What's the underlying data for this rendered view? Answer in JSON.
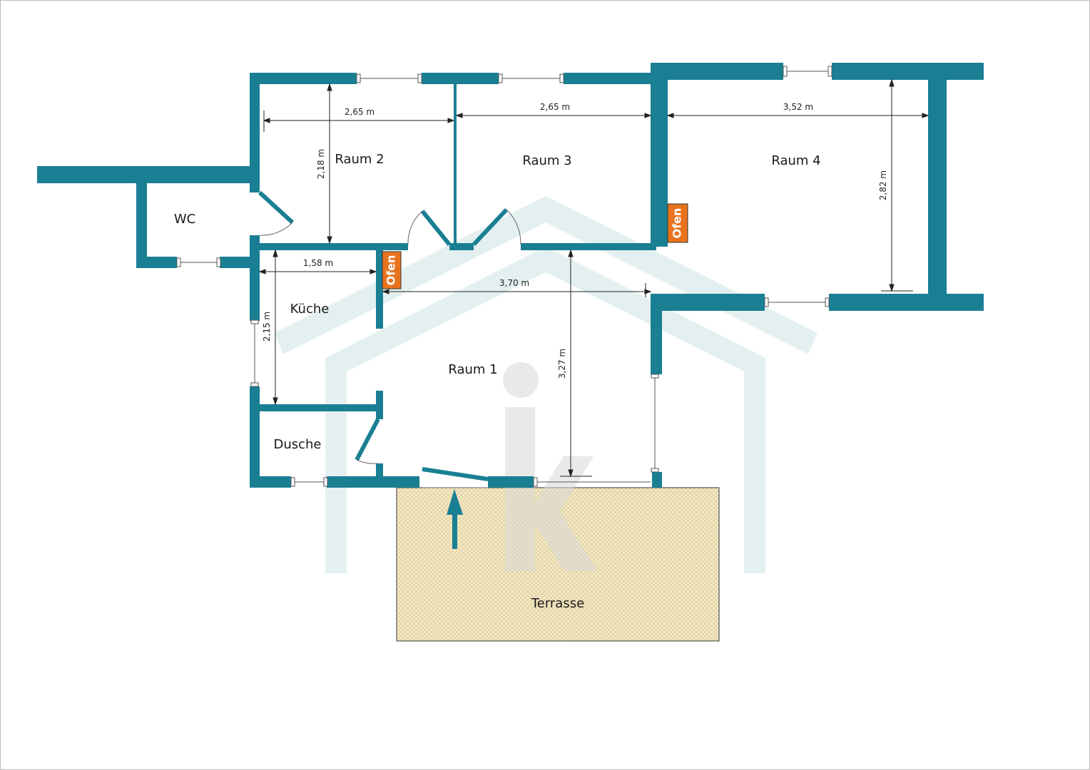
{
  "colors": {
    "wall": "#1a7f93",
    "ofen": "#e8731e",
    "terrace": "#f1e6c2",
    "watermark_house": "#d4e8e8",
    "watermark_letters": "#dcdcdc"
  },
  "rooms": {
    "wc": "WC",
    "raum2": "Raum 2",
    "raum3": "Raum 3",
    "raum4": "Raum 4",
    "kueche": "Küche",
    "raum1": "Raum 1",
    "dusche": "Dusche",
    "terrasse": "Terrasse"
  },
  "stoves": {
    "ofen_1": "Ofen",
    "ofen_2": "Ofen"
  },
  "dimensions": {
    "raum2_width": "2,65 m",
    "raum2_depth": "2,18 m",
    "raum3_width": "2,65 m",
    "raum4_width": "3,52 m",
    "raum4_depth": "2,82 m",
    "kueche_width": "1,58 m",
    "kueche_depth": "2,15 m",
    "raum1_width": "3,70 m",
    "raum1_depth": "3,27 m"
  },
  "icons": {
    "entrance": "entrance-arrow-icon",
    "watermark": "logo-watermark-icon"
  }
}
